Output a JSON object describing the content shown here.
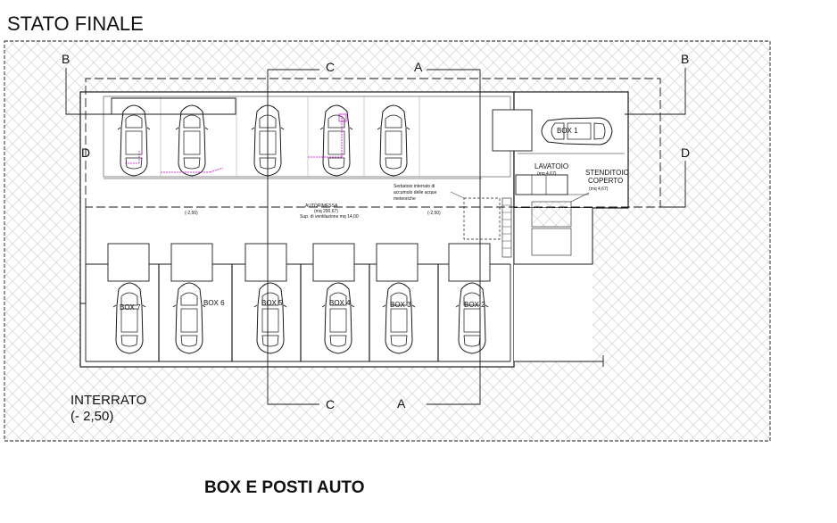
{
  "title": "STATO FINALE",
  "caption": "BOX E POSTI AUTO",
  "level": {
    "name": "INTERRATO",
    "elevation": "(- 2,50)"
  },
  "section_marks": {
    "a": "A",
    "b": "B",
    "c": "C",
    "d": "D"
  },
  "rooms": {
    "box1": "BOX 1",
    "box2": "BOX 2",
    "box3": "BOX 3",
    "box4": "BOX 4",
    "box5": "BOX 5",
    "box6": "BOX 6",
    "box7": "BOX 7",
    "lavatoio": "LAVATOIO",
    "lavatoio_area": "(mq 4,67)",
    "stenditoio": "STENDITOIO",
    "stenditoio_sub": "COPERTO",
    "stenditoio_area": "(mq 4,67)",
    "autorimessa": "AUTORIMESSA",
    "autorimessa_area": "(mq 290,67)",
    "ventilation": "Sup. di ventilazione mq 14,00",
    "level_left": "(-2,50)",
    "level_right": "(-2,50)"
  },
  "tank_note": {
    "line1": "Serbatoio interrato di",
    "line2": "accumulo delle acque",
    "line3": "meteoriche"
  },
  "colors": {
    "line": "#1a1a1a",
    "hatch": "#c8c8c8",
    "annotation": "#cc00cc"
  }
}
